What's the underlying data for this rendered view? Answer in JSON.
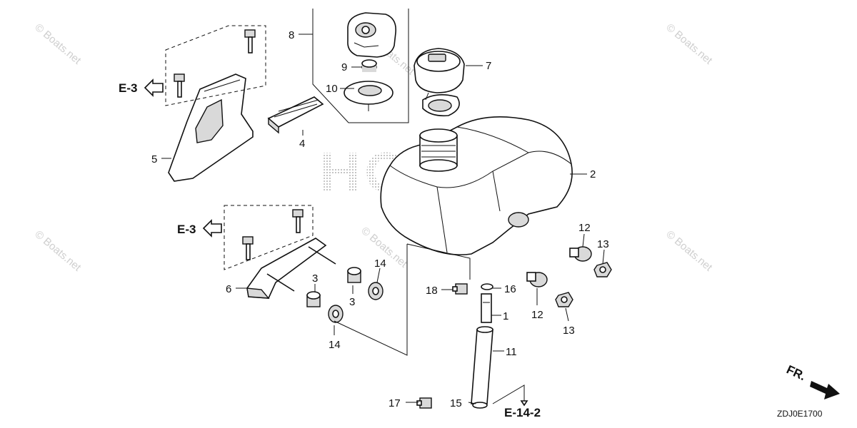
{
  "diagram": {
    "callouts": {
      "c1": "1",
      "c2": "2",
      "c3a": "3",
      "c3b": "3",
      "c4": "4",
      "c5": "5",
      "c6": "6",
      "c7": "7",
      "c8": "8",
      "c9": "9",
      "c10": "10",
      "c11": "11",
      "c12a": "12",
      "c12b": "12",
      "c13a": "13",
      "c13b": "13",
      "c14a": "14",
      "c14b": "14",
      "c15": "15",
      "c16": "16",
      "c17": "17",
      "c18": "18"
    },
    "references": {
      "e3_top": "E-3",
      "e3_bottom": "E-3",
      "e14": "E-14-2"
    },
    "front_indicator": "FR.",
    "diagram_code": "ZDJ0E1700",
    "watermark": "© Boats.net",
    "brand_watermark": "HONDA"
  }
}
